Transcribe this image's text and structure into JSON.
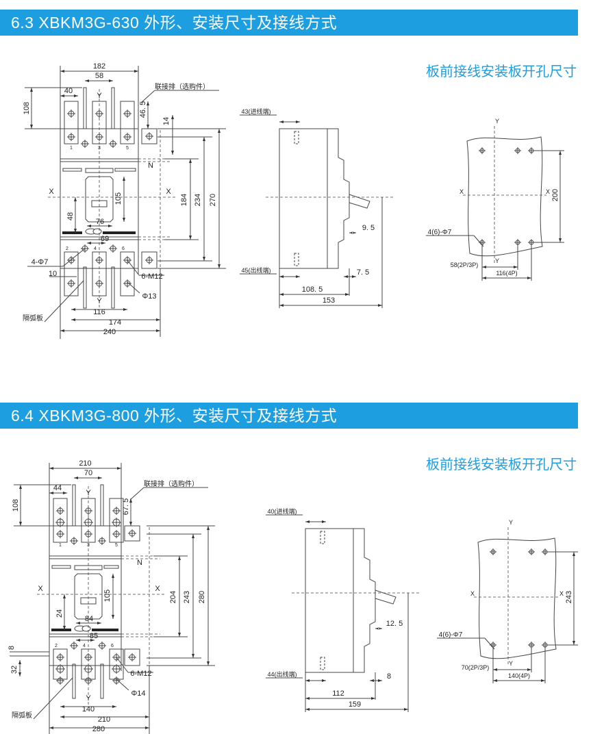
{
  "sections": [
    {
      "title": "6.3 XBKM3G-630 外形、安装尺寸及接线方式",
      "subtitle": "板前接线安装板开孔尺寸",
      "front": {
        "w_top": "182",
        "pitch": "58",
        "plate_w": "40",
        "h_top": "108",
        "link_h": "46. 5",
        "n_off": "14",
        "h184": "184",
        "h234": "234",
        "h270": "270",
        "handle_h": "105",
        "off48": "48",
        "d76": "76",
        "d69": "69",
        "holes": "4-Φ7",
        "d10": "10",
        "bolt": "6-M12",
        "dia": "Φ13",
        "w116": "116",
        "w174": "174",
        "w240": "240",
        "link_bar": "联接排（选购件）",
        "arc_plate": "隔弧板",
        "axis_x": "X",
        "axis_y": "Y",
        "neutral": "N",
        "poles_top": [
          "1",
          "3",
          "5"
        ],
        "poles_bottom": [
          "2",
          "4",
          "6"
        ]
      },
      "side": {
        "in": "43(进线端)",
        "out": "45(出线端)",
        "d1": "9. 5",
        "d2": "7. 5",
        "depth": "108. 5",
        "total": "153"
      },
      "plate": {
        "h": "200",
        "holes": "4(6)-Φ7",
        "p1": "58(2P/3P)",
        "p2": "116(4P)",
        "axis_x": "X",
        "axis_y": "Y"
      }
    },
    {
      "title": "6.4 XBKM3G-800 外形、安装尺寸及接线方式",
      "subtitle": "板前接线安装板开孔尺寸",
      "front": {
        "w_top": "210",
        "pitch": "70",
        "plate_w": "44",
        "h_top": "108",
        "link_h": "67. 5",
        "h184": "204",
        "h234": "243",
        "h270": "280",
        "handle_h": "105",
        "off48": "24",
        "d76": "84",
        "d69": "85",
        "d8": "8",
        "d32": "32",
        "bolt": "6-M12",
        "dia": "Φ14",
        "w116": "140",
        "w174": "210",
        "w240": "280",
        "link_bar": "联接排（选购件）",
        "arc_plate": "隔弧板",
        "axis_x": "X",
        "axis_y": "Y",
        "neutral": "N",
        "poles_top": [
          "1",
          "3",
          "5"
        ],
        "poles_bottom": [
          "2",
          "4",
          "6"
        ]
      },
      "side": {
        "in": "40(进线端)",
        "out": "44(出线端)",
        "d1": "12. 5",
        "d2": "8",
        "depth": "112",
        "total": "159"
      },
      "plate": {
        "h": "243",
        "holes": "4(6)-Φ7",
        "p1": "70(2P/3P)",
        "p2": "140(4P)",
        "axis_x": "X",
        "axis_y": "Y"
      }
    }
  ],
  "colors": {
    "accent": "#1d9ee0"
  }
}
